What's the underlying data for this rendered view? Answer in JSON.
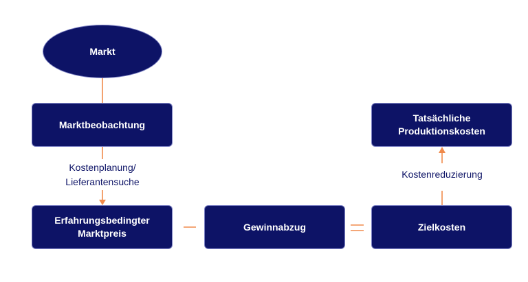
{
  "diagram": {
    "nodes": {
      "markt": "Markt",
      "marktbeobachtung": "Marktbeobachtung",
      "erfahrungspreis_line1": "Erfahrungsbedingter",
      "erfahrungspreis_line2": "Marktpreis",
      "gewinnabzug": "Gewinnabzug",
      "zielkosten": "Zielkosten",
      "tatsaechlich_line1": "Tatsächliche",
      "tatsaechlich_line2": "Produktionskosten"
    },
    "edge_labels": {
      "kostenplanung_line1": "Kostenplanung/",
      "kostenplanung_line2": "Lieferantensuche",
      "kostenreduzierung": "Kostenreduzierung"
    },
    "colors": {
      "node_fill": "#0d1366",
      "node_border": "#7d82c4",
      "connector": "#f08a4b",
      "label_text": "#0d1366"
    }
  }
}
